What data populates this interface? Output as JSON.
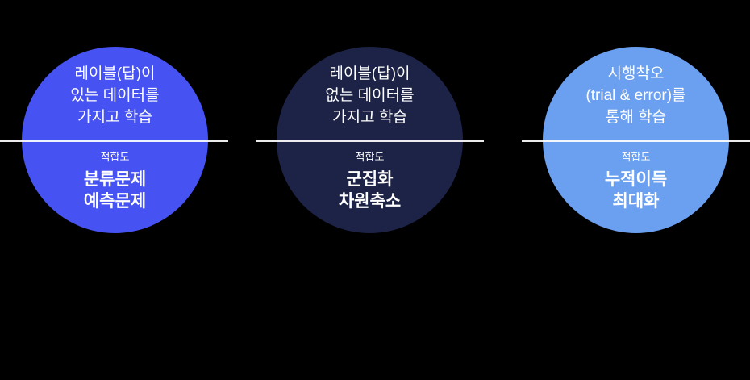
{
  "canvas": {
    "background": "#000000",
    "divider_color": "#FFFFFF",
    "text_color": "#FFFFFF"
  },
  "circles": [
    {
      "color": "#4653F2",
      "description": "레이블(답)이\n있는 데이터를\n가지고 학습",
      "fit_label": "적합도",
      "fit_items": "분류문제\n예측문제"
    },
    {
      "color": "#1D2346",
      "description": "레이블(답)이\n없는 데이터를\n가지고 학습",
      "fit_label": "적합도",
      "fit_items": "군집화\n차원축소"
    },
    {
      "color": "#6B9FF0",
      "description": "시행착오\n(trial & error)를\n통해 학습",
      "fit_label": "적합도",
      "fit_items": "누적이득\n최대화"
    }
  ]
}
